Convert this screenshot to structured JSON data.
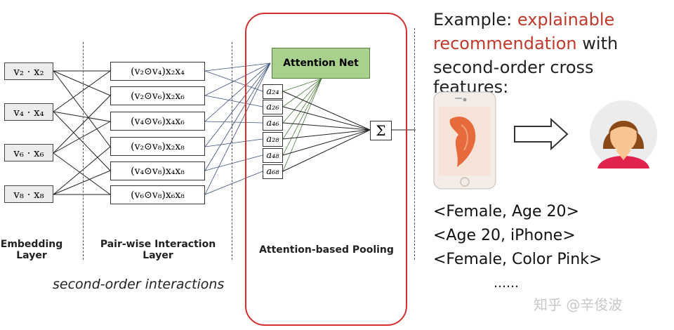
{
  "embeddings": [
    "v₂ · x₂",
    "v₄ · x₄",
    "v₆ · x₆",
    "v₈ · x₈"
  ],
  "pairs": [
    "(v₂⊙v₄)x₂x₄",
    "(v₂⊙v₆)x₂x₆",
    "(v₄⊙v₆)x₄x₆",
    "(v₂⊙v₈)x₂x₈",
    "(v₄⊙v₈)x₄x₈",
    "(v₆⊙v₈)x₆x₈"
  ],
  "attention_net": "Attention Net",
  "attention_weights": [
    "a₂₄",
    "a₂₆",
    "a₄₆",
    "a₂₈",
    "a₄₈",
    "a₆₈"
  ],
  "sum_symbol": "Σ",
  "labels": {
    "embedding": "Embedding Layer",
    "pairwise": "Pair-wise Interaction Layer",
    "pooling": "Attention-based Pooling",
    "second_order": "second-order interactions"
  },
  "example": {
    "prefix": "Example: ",
    "highlight1": "explainable",
    "highlight2": "recommendation",
    "suffix": " with",
    "line3": "second-order cross features:"
  },
  "features": [
    "<Female, Age 20>",
    "<Age 20, iPhone>",
    "<Female, Color Pink>",
    "……"
  ],
  "watermark": "知乎 @辛俊波",
  "colors": {
    "attention_green": "#a9d18e",
    "highlight_red": "#c0392b",
    "frame_red": "#d32f2f"
  }
}
